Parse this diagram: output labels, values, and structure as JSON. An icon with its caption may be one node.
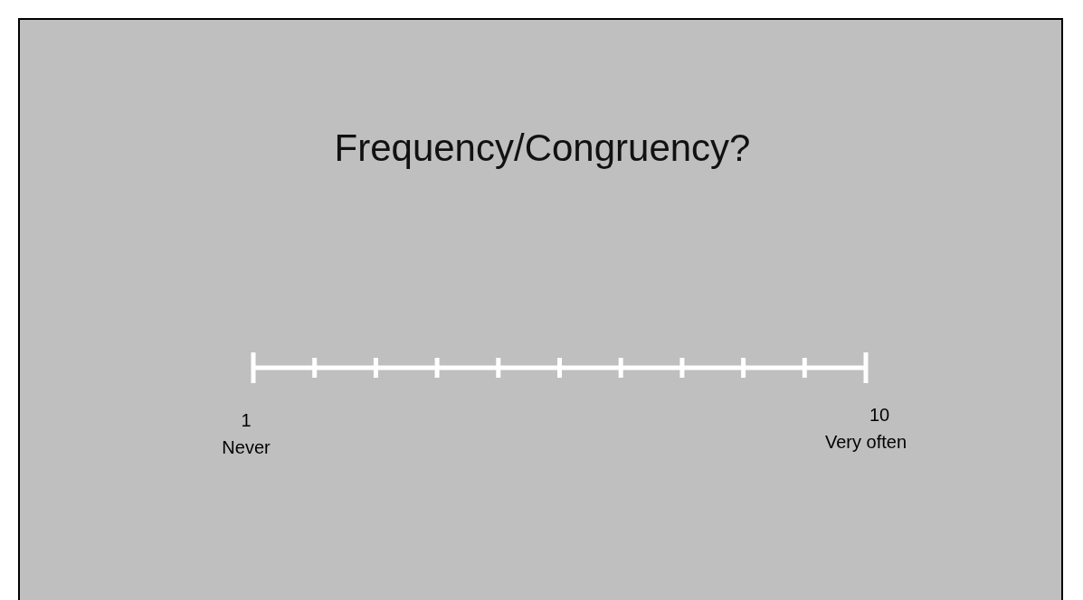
{
  "diagram": {
    "title": "Frequency/Congruency?",
    "labels": [
      "1",
      "Never",
      "10",
      "Very often"
    ]
  }
}
